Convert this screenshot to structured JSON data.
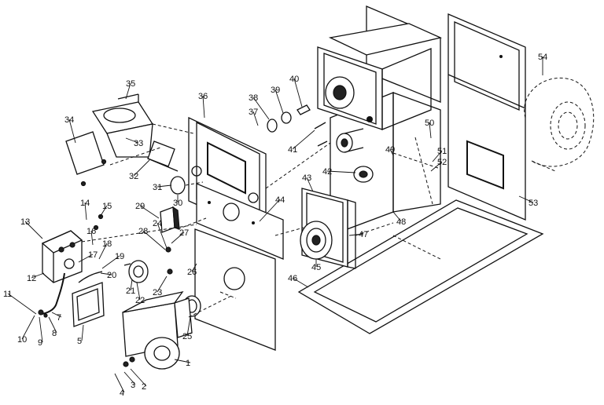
{
  "callouts": [
    "1",
    "2",
    "3",
    "4",
    "5",
    "7",
    "8",
    "9",
    "10",
    "11",
    "12",
    "13",
    "14",
    "15",
    "16",
    "17",
    "18",
    "19",
    "20",
    "21",
    "22",
    "23",
    "24",
    "25",
    "26",
    "27",
    "28",
    "29",
    "30",
    "31",
    "32",
    "33",
    "34",
    "35",
    "36",
    "37",
    "38",
    "39",
    "40",
    "41",
    "42",
    "43",
    "44",
    "45",
    "46",
    "47",
    "48",
    "49",
    "50",
    "51",
    "52",
    "53",
    "54"
  ]
}
